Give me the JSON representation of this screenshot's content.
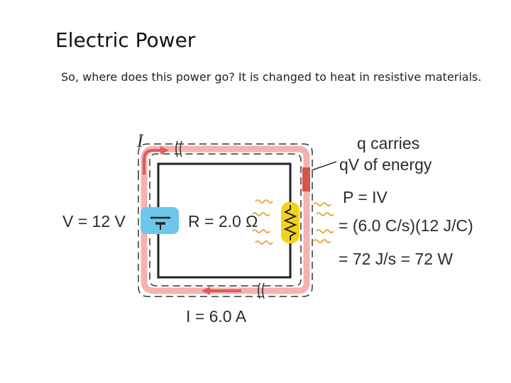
{
  "slide": {
    "title": "Electric Power",
    "body": "So, where does this power go? It is changed to heat in resistive materials."
  },
  "diagram": {
    "current_symbol": "I",
    "current_label": "I = 6.0 A",
    "voltage_label": "V = 12 V",
    "resistance_label": "R = 2.0 Ω",
    "carries_line1": "q carries",
    "carries_line2": "qV of energy",
    "eq1": "P = IV",
    "eq2": "= (6.0 C/s)(12 J/C)",
    "eq3": "= 72 J/s = 72 W",
    "colors": {
      "wire": "#222222",
      "current_path": "#f4b2b0",
      "current_arrow": "#e05a5a",
      "battery": "#6cc7ea",
      "resistor": "#f5d21a",
      "charge_block": "#d9534f",
      "heat_wave": "#e8a030"
    }
  }
}
